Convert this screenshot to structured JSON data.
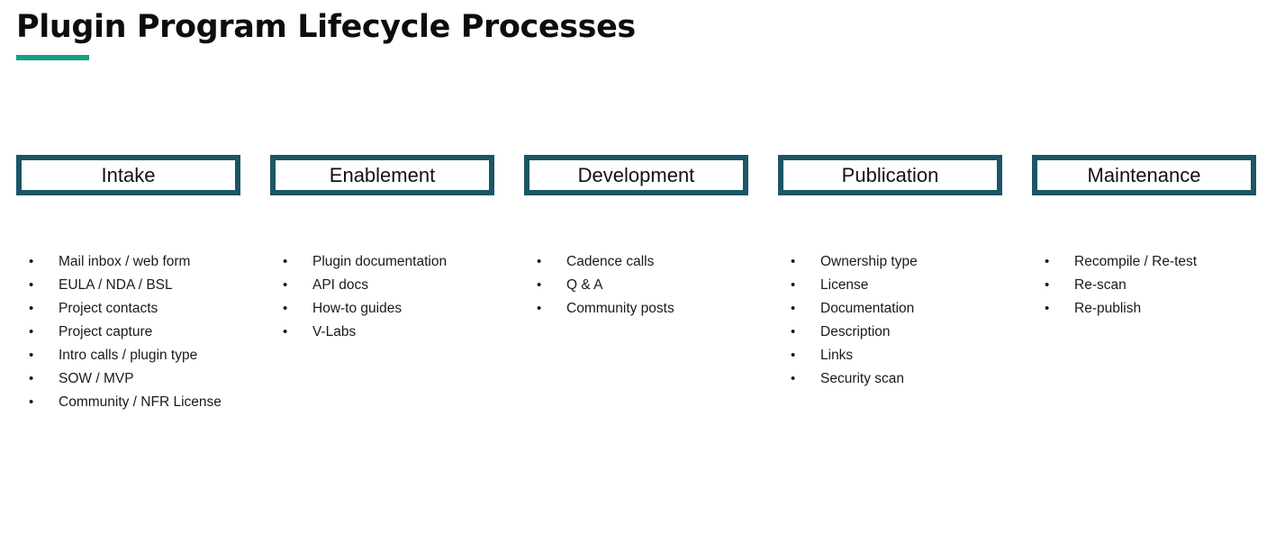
{
  "slide": {
    "title": "Plugin Program Lifecycle Processes",
    "accent_color": "#16a085",
    "box_border_color": "#1b5566",
    "text_color": "#1a1a1a",
    "background_color": "#ffffff",
    "bullet_glyph": "•"
  },
  "phases": [
    {
      "name": "Intake",
      "items": [
        "Mail inbox / web form",
        "EULA / NDA / BSL",
        "Project contacts",
        "Project capture",
        "Intro calls / plugin type",
        "SOW / MVP",
        "Community / NFR License"
      ]
    },
    {
      "name": "Enablement",
      "items": [
        "Plugin documentation",
        "API docs",
        "How-to guides",
        "V-Labs"
      ]
    },
    {
      "name": "Development",
      "items": [
        "Cadence calls",
        "Q & A",
        "Community posts"
      ]
    },
    {
      "name": "Publication",
      "items": [
        "Ownership type",
        "License",
        "Documentation",
        "Description",
        "Links",
        "Security scan"
      ]
    },
    {
      "name": "Maintenance",
      "items": [
        "Recompile / Re-test",
        "Re-scan",
        "Re-publish"
      ]
    }
  ]
}
